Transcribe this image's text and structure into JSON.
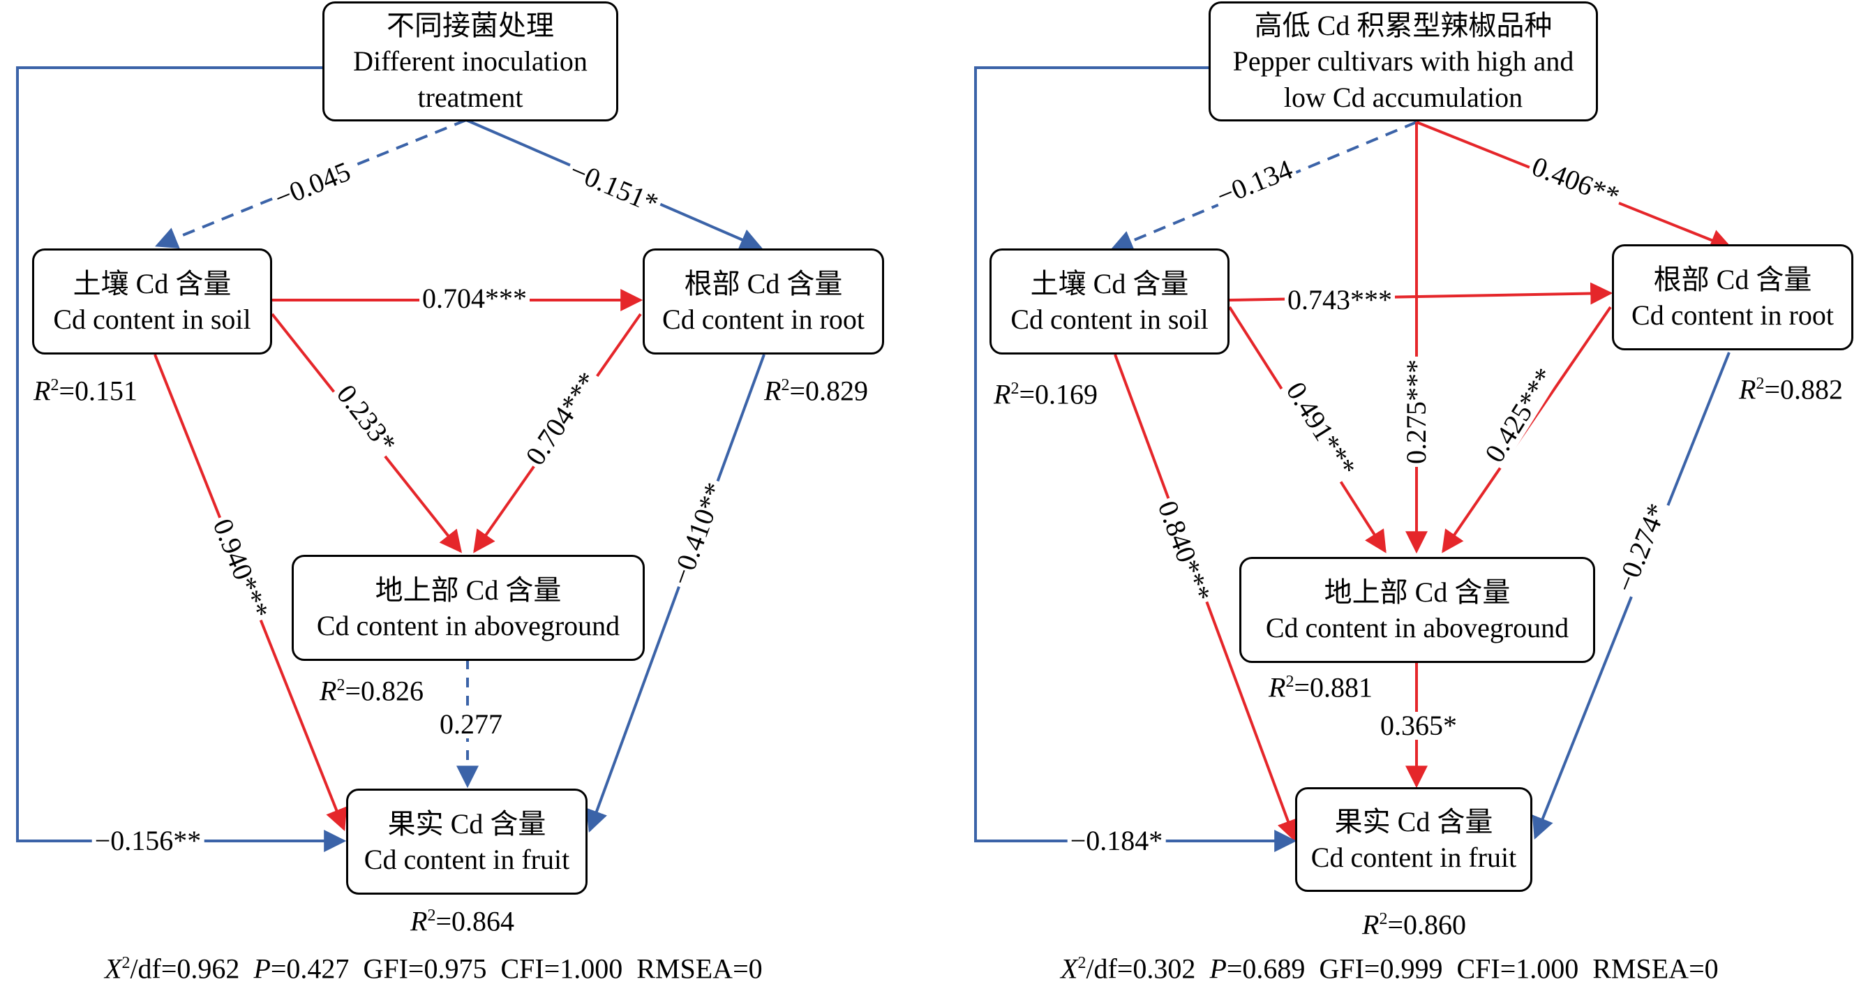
{
  "colors": {
    "positive": "#e5262a",
    "negative": "#3b63a8",
    "border": "#000000"
  },
  "left": {
    "nodes": {
      "top": {
        "zh": "不同接菌处理",
        "en1": "Different inoculation",
        "en2": "treatment"
      },
      "soil": {
        "zh": "土壤 Cd 含量",
        "en": "Cd content in soil"
      },
      "root": {
        "zh": "根部 Cd 含量",
        "en": "Cd content in root"
      },
      "above": {
        "zh": "地上部 Cd 含量",
        "en": "Cd content in aboveground"
      },
      "fruit": {
        "zh": "果实 Cd 含量",
        "en": "Cd content in fruit"
      }
    },
    "coefficients": {
      "top_soil": "−0.045",
      "top_root": "−0.151*",
      "soil_root": "0.704***",
      "soil_above": "0.233*",
      "root_above": "0.704***",
      "soil_fruit": "0.940***",
      "root_fruit": "−0.410**",
      "above_fruit": "0.277",
      "top_fruit": "−0.156**"
    },
    "r2": {
      "soil": "=0.151",
      "root": "=0.829",
      "above": "=0.826",
      "fruit": "=0.864"
    },
    "fit": {
      "chi": "/df=0.962",
      "p": "=0.427",
      "rest": "GFI=0.975  CFI=1.000  RMSEA=0"
    }
  },
  "right": {
    "nodes": {
      "top": {
        "zh": "高低 Cd 积累型辣椒品种",
        "en1": "Pepper cultivars with high and",
        "en2": "low Cd accumulation"
      },
      "soil": {
        "zh": "土壤 Cd 含量",
        "en": "Cd content in soil"
      },
      "root": {
        "zh": "根部 Cd 含量",
        "en": "Cd content in root"
      },
      "above": {
        "zh": "地上部 Cd 含量",
        "en": "Cd content in aboveground"
      },
      "fruit": {
        "zh": "果实 Cd 含量",
        "en": "Cd content in fruit"
      }
    },
    "coefficients": {
      "top_soil": "−0.134",
      "top_root": "0.406**",
      "top_above": "0.275***",
      "soil_root": "0.743***",
      "soil_above": "0.491***",
      "root_above": "0.425***",
      "soil_fruit": "0.840***",
      "root_fruit": "−0.274*",
      "above_fruit": "0.365*",
      "top_fruit": "−0.184*"
    },
    "r2": {
      "soil": "=0.169",
      "root": "=0.882",
      "above": "=0.881",
      "fruit": "=0.860"
    },
    "fit": {
      "chi": "/df=0.302",
      "p": "=0.689",
      "rest": "GFI=0.999  CFI=1.000  RMSEA=0"
    }
  },
  "symbols": {
    "r": "R",
    "two": "2",
    "x": "X",
    "pv": "P"
  }
}
